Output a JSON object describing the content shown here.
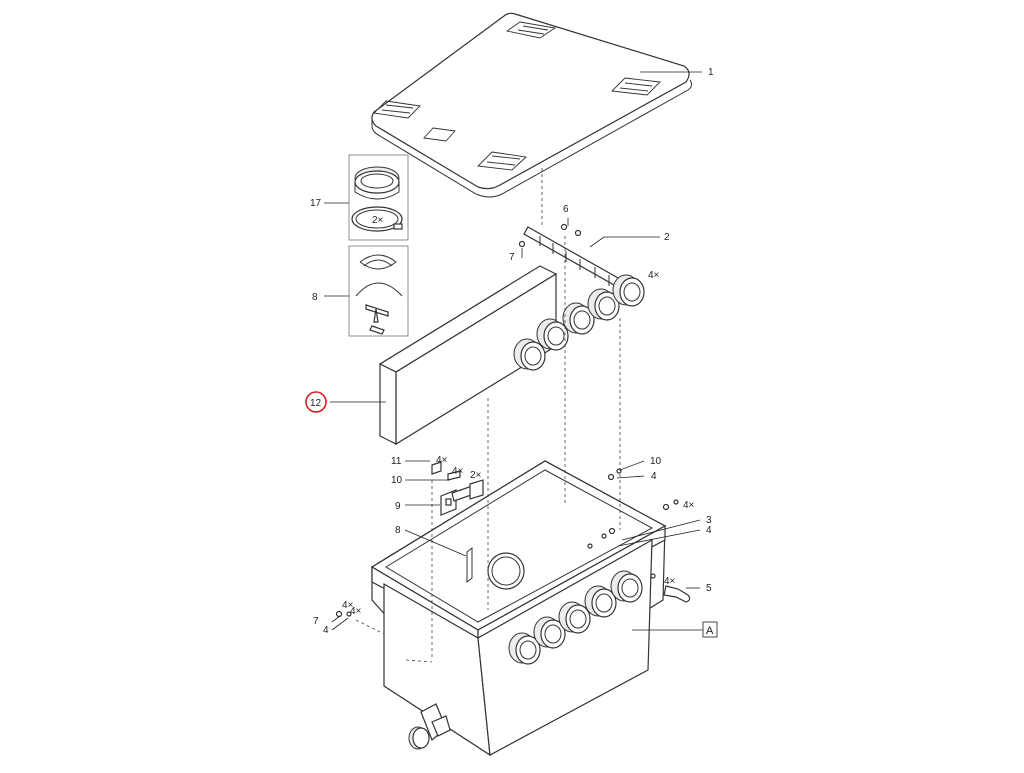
{
  "diagram": {
    "callouts": {
      "c1": "1",
      "c2": "2",
      "c3": "3",
      "c4a": "4",
      "c4b": "4",
      "c4c": "4",
      "c5": "5",
      "c6": "6",
      "c7a": "7",
      "c7b": "7",
      "c8a": "8",
      "c8b": "8",
      "c9": "9",
      "c10a": "10",
      "c10b": "10",
      "c11": "11",
      "c12": "12",
      "c17": "17"
    },
    "quantities": {
      "q_ring": "2×",
      "q_pipes": "4×",
      "q_tabs": "4×",
      "q_screws": "4×",
      "q_plate": "2×",
      "q_bolts": "4×",
      "q_elbow": "4×",
      "q_nuts_a": "4×",
      "q_nuts_b": "4×"
    },
    "section_label": "A",
    "highlight_color": "#d42020"
  }
}
